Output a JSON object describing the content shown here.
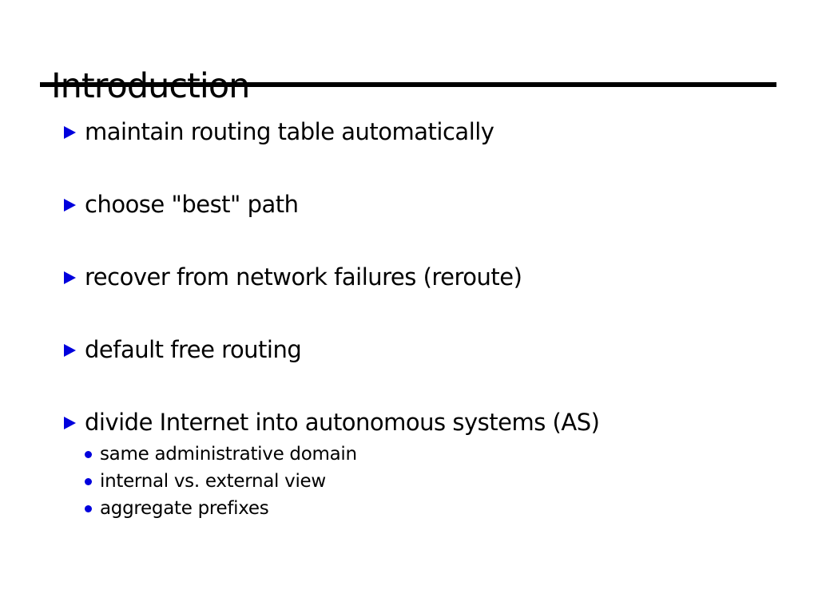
{
  "slide": {
    "title": "Introduction",
    "bullets": [
      {
        "label": "maintain routing table automatically"
      },
      {
        "label": "choose \"best\" path"
      },
      {
        "label": "recover from network failures (reroute)"
      },
      {
        "label": "default free routing"
      },
      {
        "label": "divide Internet into autonomous systems (AS)",
        "sub": [
          {
            "label": "same administrative domain"
          },
          {
            "label": "internal vs. external view"
          },
          {
            "label": "aggregate prefixes"
          }
        ]
      }
    ],
    "colors": {
      "bullet_marker": "#0000dd",
      "text": "#000000",
      "underline": "#000000",
      "background": "#ffffff"
    }
  }
}
